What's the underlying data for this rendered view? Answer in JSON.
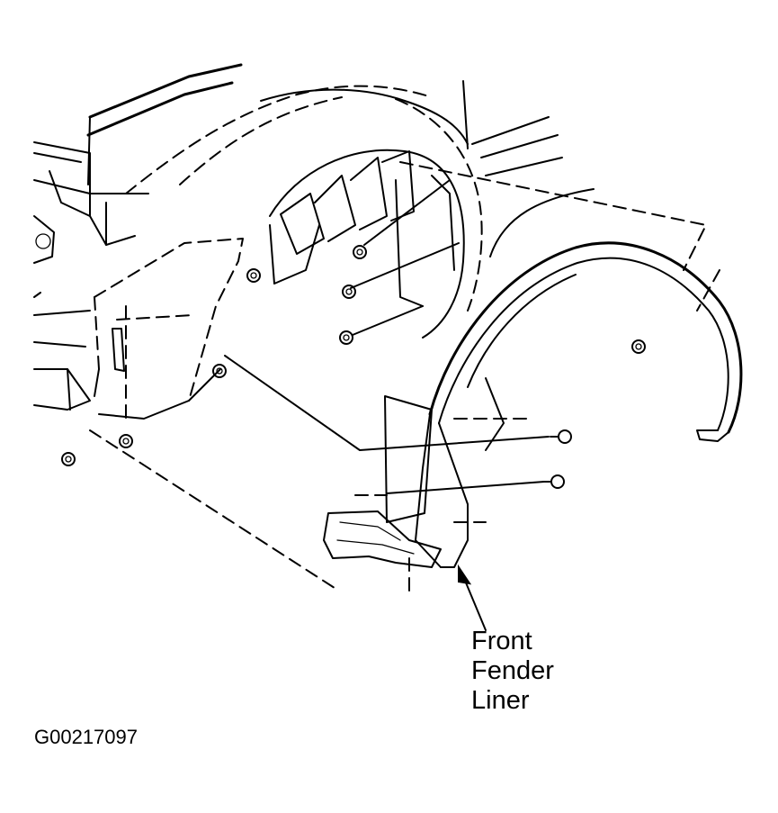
{
  "callout": {
    "line1": "Front",
    "line2": "Fender",
    "line3": "Liner"
  },
  "figure_id": "G00217097"
}
